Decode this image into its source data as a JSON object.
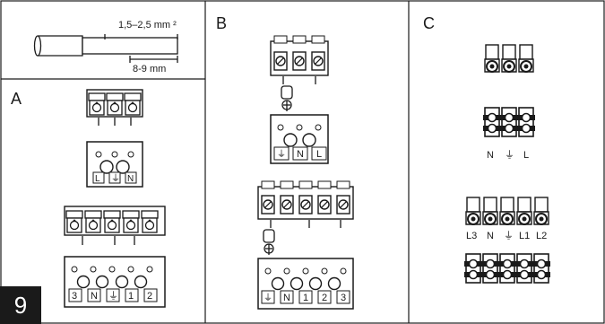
{
  "wire": {
    "cross_section": "1,5–2,5 mm ²",
    "strip_length": "8-9 mm"
  },
  "panels": {
    "a": {
      "label": "A",
      "top_labels": [
        "L",
        "⏚",
        "N"
      ],
      "bottom_labels": [
        "3",
        "N",
        "⏚",
        "1",
        "2"
      ]
    },
    "b": {
      "label": "B",
      "top_labels": [
        "⏚",
        "N",
        "L"
      ],
      "bottom_labels": [
        "⏚",
        "N",
        "1",
        "2",
        "3"
      ]
    },
    "c": {
      "label": "C",
      "top_labels": [
        "N",
        "⏚",
        "L"
      ],
      "bottom_labels": [
        "L3",
        "N",
        "⏚",
        "L1",
        "L2"
      ]
    }
  },
  "step_number": "9",
  "icons": [
    "wire-strip-icon",
    "terminal-block-icon",
    "earth-symbol-icon",
    "screwdriver-icon"
  ]
}
